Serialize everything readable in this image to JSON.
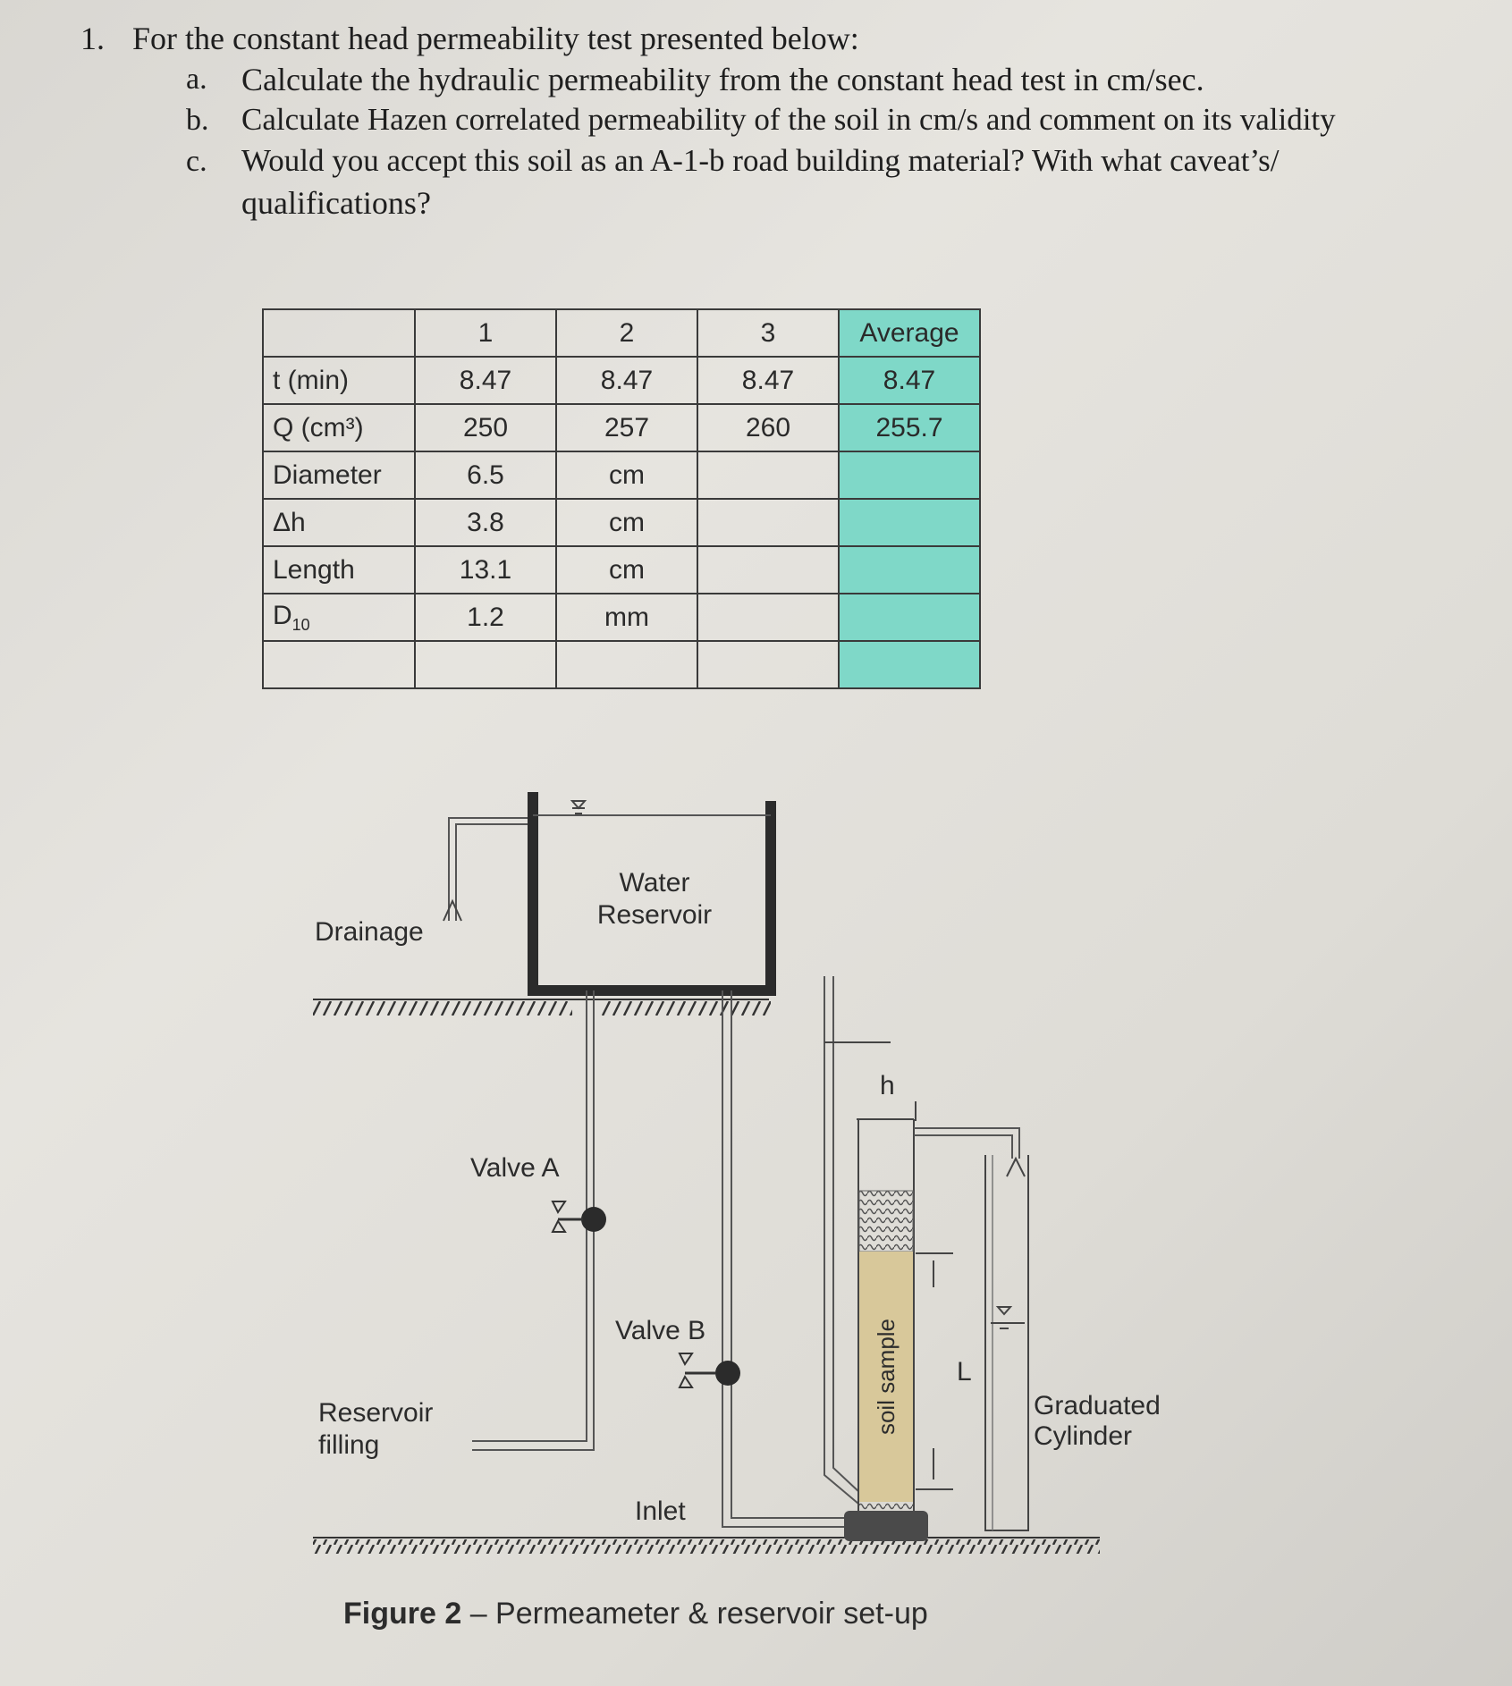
{
  "question": {
    "number": "1.",
    "text": "For the constant head permeability test presented below:",
    "parts": [
      {
        "label": "a.",
        "text": "Calculate the hydraulic permeability from the constant head test in cm/sec."
      },
      {
        "label": "b.",
        "text": "Calculate Hazen correlated permeability of the soil in cm/s and comment on its validity"
      },
      {
        "label": "c.",
        "text": "Would you accept this soil as an A-1-b road building material? With what caveat’s/",
        "text2": "qualifications?"
      }
    ]
  },
  "table": {
    "header": [
      "",
      "1",
      "2",
      "3",
      "Average"
    ],
    "rows": [
      [
        "t (min)",
        "8.47",
        "8.47",
        "8.47",
        "8.47"
      ],
      [
        "Q (cm³)",
        "250",
        "257",
        "260",
        "255.7"
      ],
      [
        "Diameter",
        "6.5",
        "cm",
        "",
        ""
      ],
      [
        "Δh",
        "3.8",
        "cm",
        "",
        ""
      ],
      [
        "Length",
        "13.1",
        "cm",
        "",
        ""
      ],
      [
        "D10",
        "1.2",
        "mm",
        "",
        ""
      ],
      [
        "",
        "",
        "",
        "",
        ""
      ]
    ],
    "average_color": "#7fd8c8"
  },
  "figure": {
    "labels": {
      "water_reservoir_1": "Water",
      "water_reservoir_2": "Reservoir",
      "drainage": "Drainage",
      "valve_a": "Valve A",
      "valve_b": "Valve B",
      "reservoir_filling_1": "Reservoir",
      "reservoir_filling_2": "filling",
      "inlet": "Inlet",
      "h": "h",
      "L": "L",
      "soil_sample": "soil sample",
      "graduated_cylinder_1": "Graduated",
      "graduated_cylinder_2": "Cylinder"
    },
    "caption_bold": "Figure 2",
    "caption_rest": " – Permeameter & reservoir set-up",
    "soil_color": "#d8c89a"
  }
}
